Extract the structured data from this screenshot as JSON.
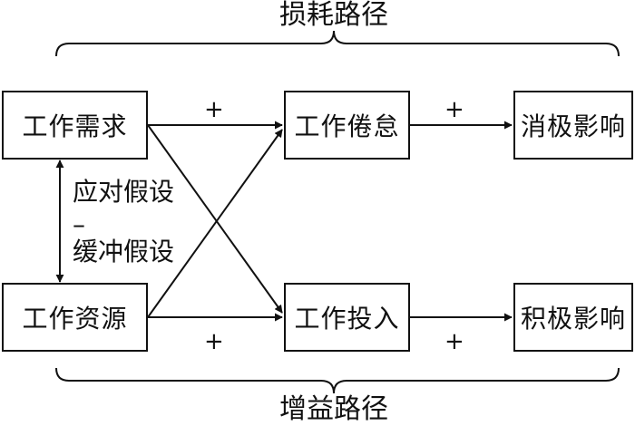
{
  "titles": {
    "top": "损耗路径",
    "bottom": "增益路径"
  },
  "boxes": {
    "demand": "工作需求",
    "resource": "工作资源",
    "burnout": "工作倦怠",
    "engagement": "工作投入",
    "negative": "消极影响",
    "positive": "积极影响"
  },
  "hypotheses": {
    "line1": "应对假设",
    "dash": "–",
    "line2": "缓冲假设"
  },
  "signs": {
    "top_left": "+",
    "top_right": "+",
    "bottom_left": "+",
    "bottom_right": "+"
  }
}
